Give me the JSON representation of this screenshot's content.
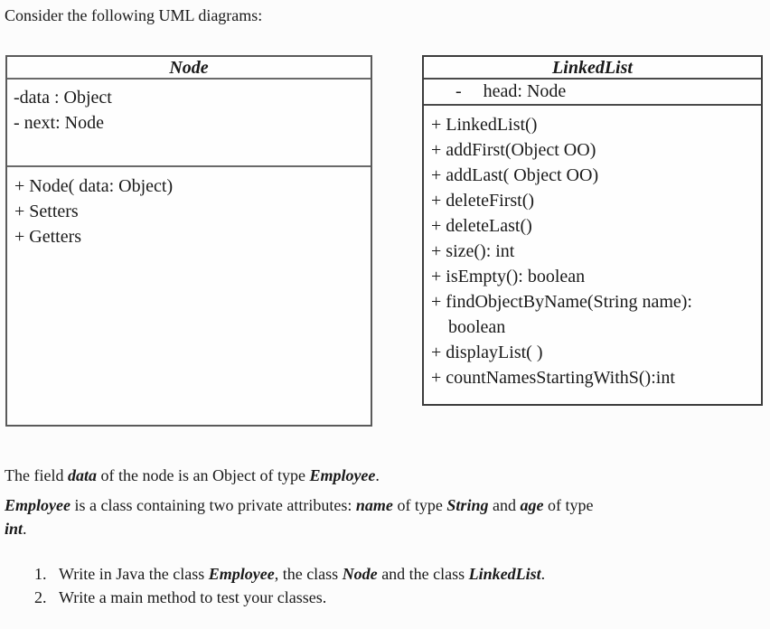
{
  "page": {
    "heading": "Consider the following UML diagrams:",
    "background_color": "#fcfcfc",
    "text_color": "#1a1a1a",
    "node_border_color": "#5a5a5a",
    "linkedlist_border_color": "#3c3c3c"
  },
  "uml": {
    "node_class": {
      "title": "Node",
      "attributes": [
        "-data : Object",
        "- next: Node"
      ],
      "methods": [
        "+ Node( data: Object)",
        "+ Setters",
        "+ Getters"
      ]
    },
    "linkedlist_class": {
      "title": "LinkedList",
      "attribute_marker": "-",
      "attribute_text": "head: Node",
      "method_lines": [
        "+ LinkedList()",
        "+ addFirst(Object OO)",
        "+ addLast( Object OO)",
        "+ deleteFirst()",
        "+ deleteLast()",
        "+ size(): int",
        "+ isEmpty(): boolean",
        "+ findObjectByName(String name):",
        "boolean",
        "+ displayList( )",
        "+ countNamesStartingWithS():int"
      ]
    }
  },
  "body": {
    "p1": {
      "segments": [
        {
          "t": "The field "
        },
        {
          "t": "data"
        },
        {
          "t": " of the node is an Object of type "
        },
        {
          "t": "Employee"
        },
        {
          "t": "."
        }
      ]
    },
    "p2_line1": {
      "segments": [
        {
          "t": "Employee"
        },
        {
          "t": " is a class containing two private attributes: "
        },
        {
          "t": "name"
        },
        {
          "t": " of type "
        },
        {
          "t": "String"
        },
        {
          "t": " and "
        },
        {
          "t": "age"
        },
        {
          "t": " of type"
        }
      ]
    },
    "p2_line2": {
      "segments": [
        {
          "t": "int"
        },
        {
          "t": "."
        }
      ]
    },
    "tasks": [
      {
        "marker": "1.",
        "segments": [
          {
            "t": "Write in Java the class "
          },
          {
            "t": "Employee"
          },
          {
            "t": ", the class "
          },
          {
            "t": "Node"
          },
          {
            "t": " and the class "
          },
          {
            "t": "LinkedList"
          },
          {
            "t": "."
          }
        ]
      },
      {
        "marker": "2.",
        "segments": [
          {
            "t": "Write a main method to test your classes."
          }
        ]
      }
    ]
  }
}
